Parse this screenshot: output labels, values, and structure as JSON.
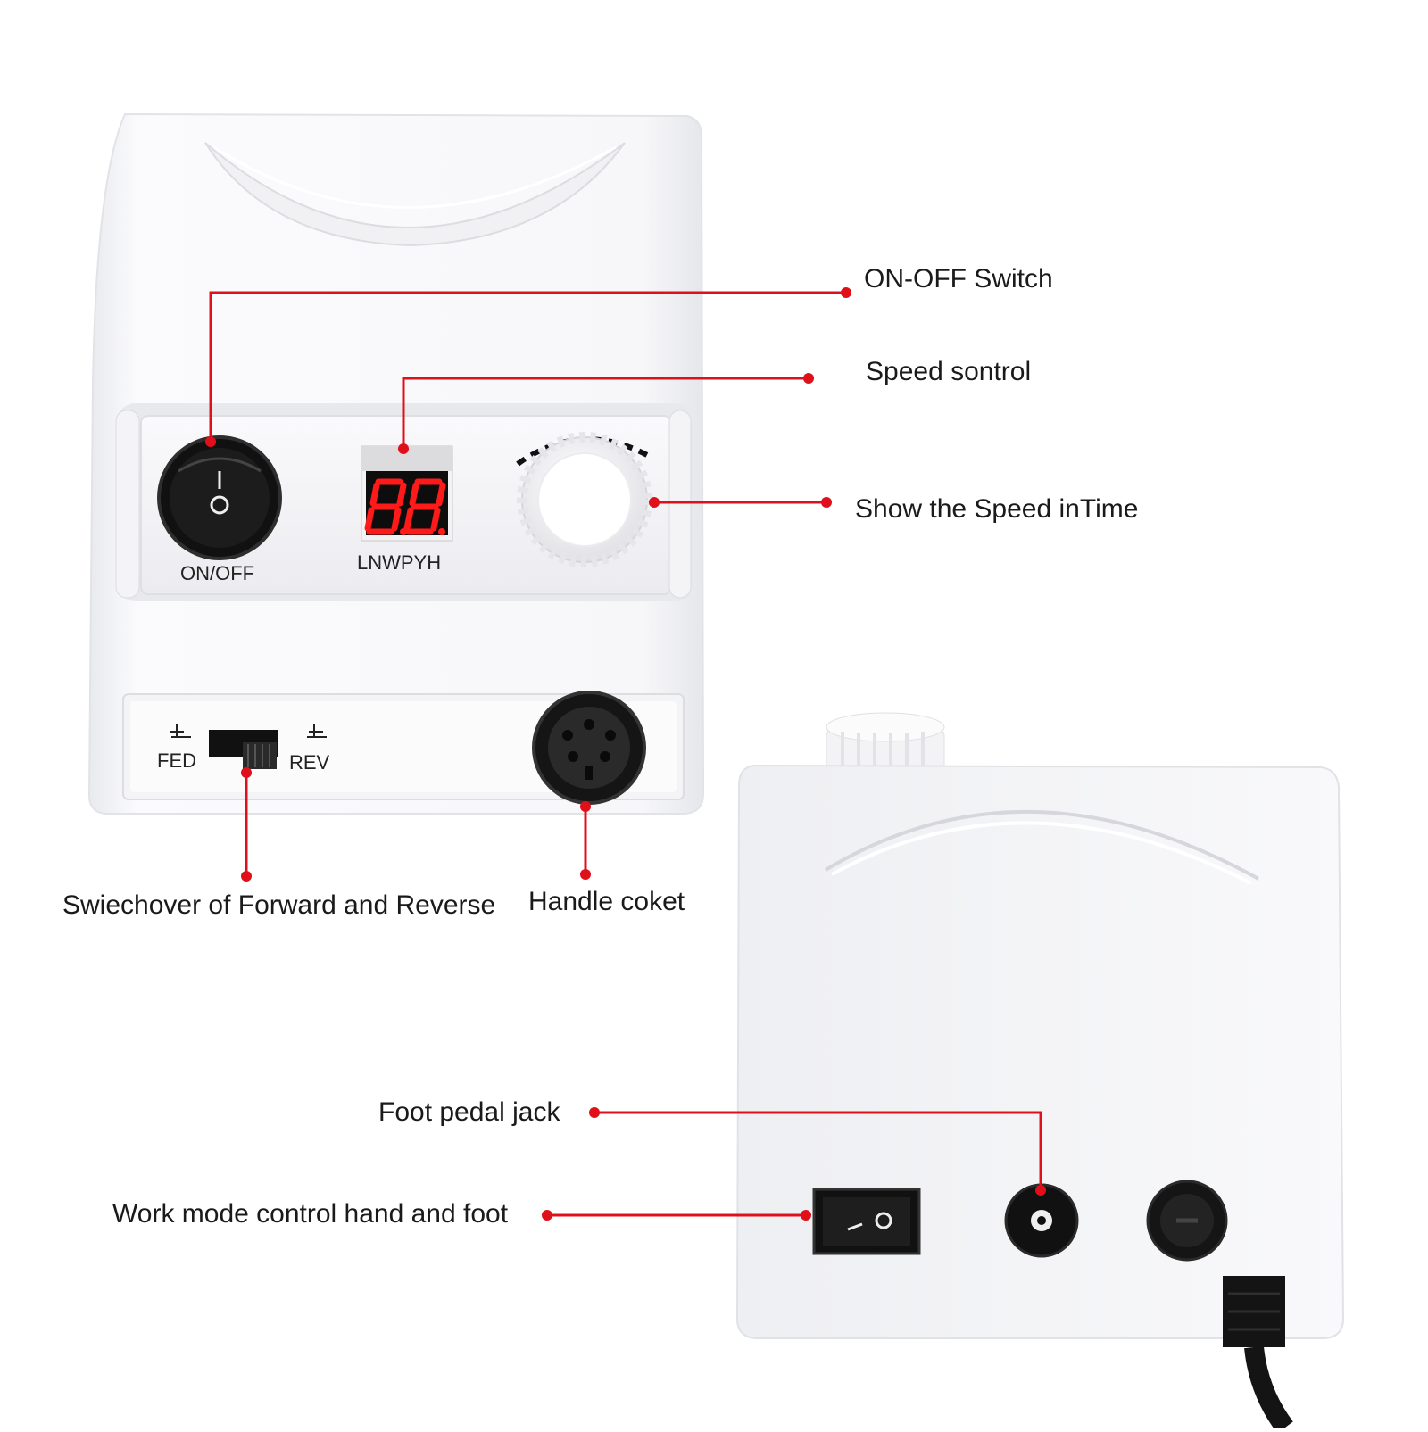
{
  "callouts": {
    "on_off_switch": "ON-OFF Switch",
    "speed_control": "Speed sontrol",
    "show_speed": "Show the Speed inTime",
    "switchover": "Swiechover of Forward and Reverse",
    "handle_socket": "Handle coket",
    "foot_pedal_jack": "Foot pedal jack",
    "work_mode": "Work mode control hand and foot"
  },
  "panel": {
    "power_label": "ON/OFF",
    "display_label": "LNWPYH",
    "display_value": "8.8.",
    "fed_label": "FED",
    "rev_label": "REV"
  },
  "colors": {
    "callout_line": "#e0101a",
    "device_body": "#f6f6f8",
    "display_digits": "#ff1a1a"
  }
}
